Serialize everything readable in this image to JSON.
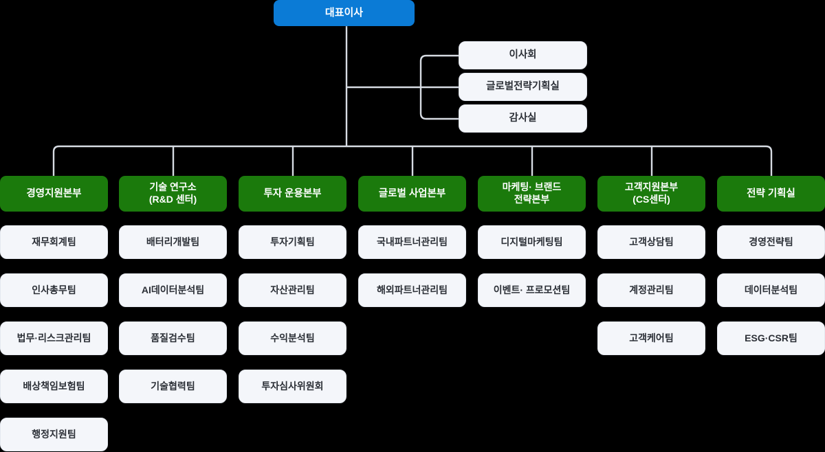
{
  "chart": {
    "type": "org-chart",
    "title": "대표이사",
    "colors": {
      "root": "#0b7bd6",
      "division": "#1b7a0c",
      "box": "#f4f6fa",
      "connector": "#d7dce3",
      "background": "#000000",
      "text_dark": "#2b2f36",
      "text_light": "#ffffff"
    },
    "root": {
      "label": "대표이사"
    },
    "staff": [
      {
        "label": "이사회"
      },
      {
        "label": "글로벌전략기획실"
      },
      {
        "label": "감사실"
      }
    ],
    "divisions": [
      {
        "label": "경영지원본부",
        "teams": [
          "재무회계팀",
          "인사총무팀",
          "법무·리스크관리팀",
          "배상책임보험팀",
          "행정지원팀"
        ]
      },
      {
        "label": "기술 연구소\n(R&D 센터)",
        "teams": [
          "배터리개발팀",
          "AI데이터분석팀",
          "품질검수팀",
          "기술협력팀"
        ]
      },
      {
        "label": "투자 운용본부",
        "teams": [
          "투자기획팀",
          "자산관리팀",
          "수익분석팀",
          "투자심사위원회"
        ]
      },
      {
        "label": "글로벌 사업본부",
        "teams": [
          "국내파트너관리팀",
          "해외파트너관리팀"
        ]
      },
      {
        "label": "마케팅· 브랜드\n전략본부",
        "teams": [
          "디지털마케팅팀",
          "이벤트· 프로모션팀"
        ]
      },
      {
        "label": "고객지원본부\n(CS센터)",
        "teams": [
          "고객상담팀",
          "계정관리팀",
          "고객케어팀"
        ]
      },
      {
        "label": "전략 기획실",
        "teams": [
          "경영전략팀",
          "데이터분석팀",
          "ESG·CSR팀"
        ]
      }
    ]
  }
}
